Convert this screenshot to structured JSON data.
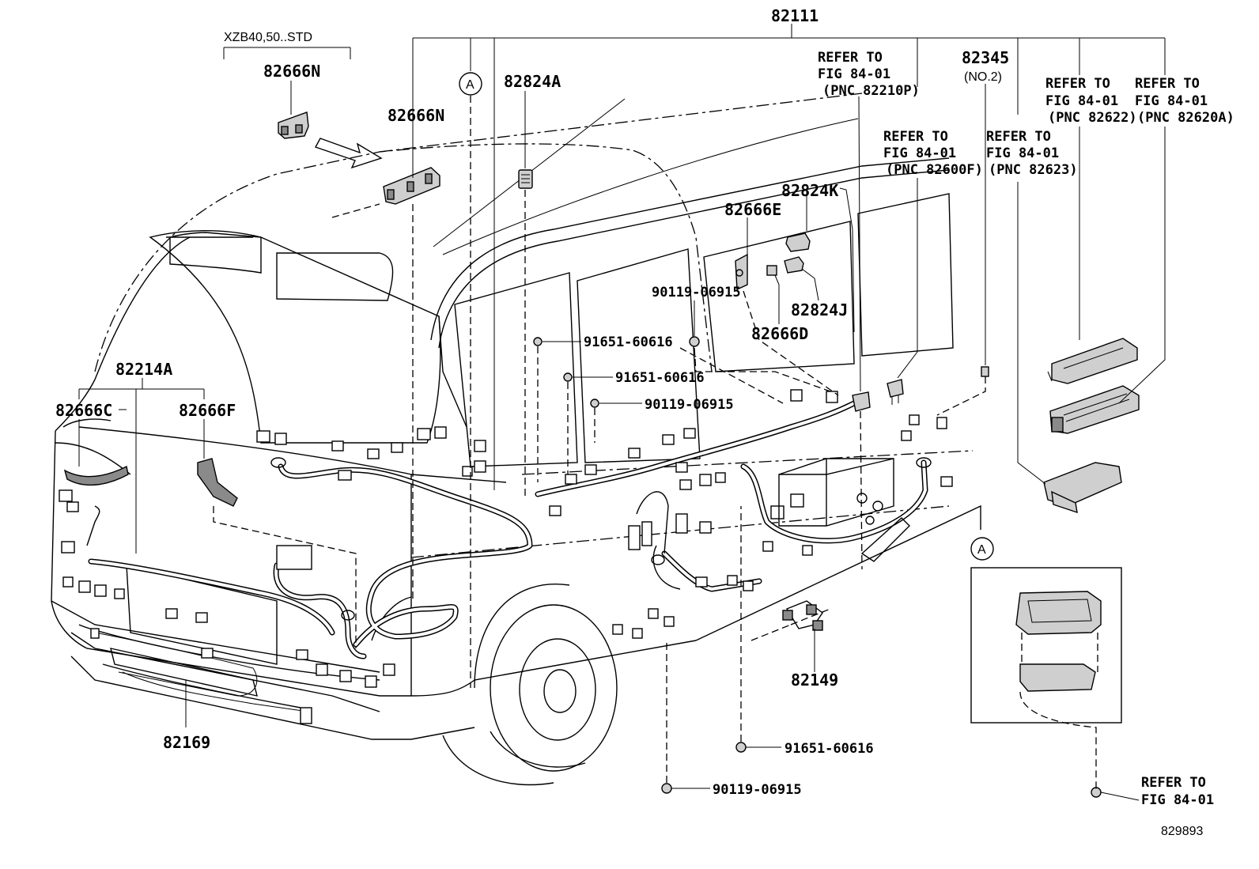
{
  "diagram": {
    "top_part": "82111",
    "variant_note": "XZB40,50..STD",
    "callout_a": "A",
    "id_code": "829893",
    "parts": {
      "p82666N_top": "82666N",
      "p82666N": "82666N",
      "p82824A": "82824A",
      "p82345": "82345",
      "p82345_note": "(NO.2)",
      "p82824K": "82824K",
      "p82666E": "82666E",
      "p82824J": "82824J",
      "p82666D": "82666D",
      "p82214A": "82214A",
      "p82666C": "82666C",
      "p82666F": "82666F",
      "p82169": "82169",
      "p82149": "82149"
    },
    "fasteners": {
      "f1": "91651-60616",
      "f2": "91651-60616",
      "f3": "90119-06915",
      "f4": "90119-06915",
      "f5": "91651-60616",
      "f6": "90119-06915"
    },
    "refs": {
      "r1": [
        "REFER TO",
        "FIG 84-01",
        "(PNC 82210P)"
      ],
      "r2": [
        "REFER TO",
        "FIG 84-01",
        "(PNC 82600F)"
      ],
      "r3": [
        "REFER TO",
        "FIG 84-01",
        "(PNC 82623)"
      ],
      "r4": [
        "REFER TO",
        "FIG 84-01",
        "(PNC 82622)"
      ],
      "r5": [
        "REFER TO",
        "FIG 84-01",
        "(PNC 82620A)"
      ],
      "r6": [
        "REFER TO",
        "FIG 84-01"
      ]
    }
  }
}
